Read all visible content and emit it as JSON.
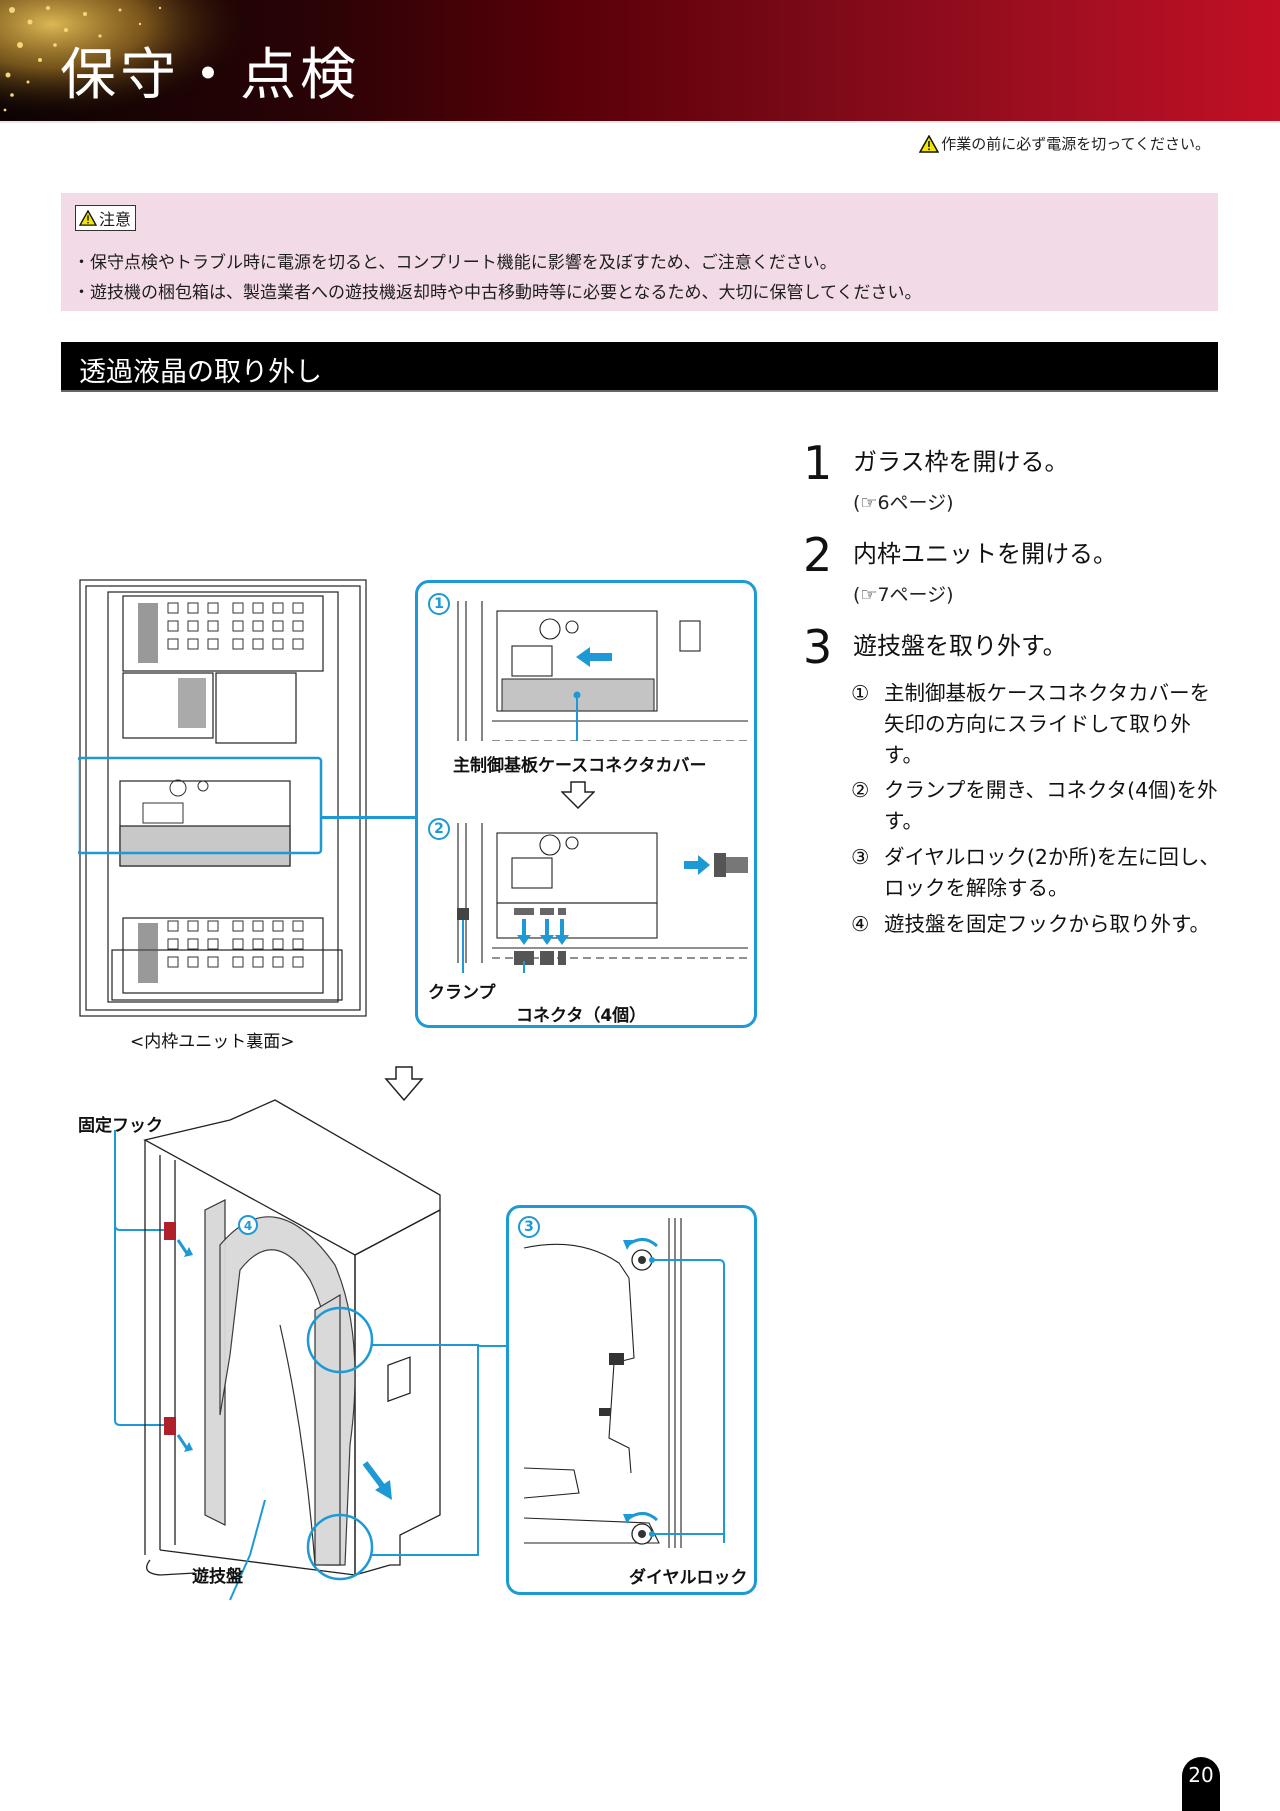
{
  "header": {
    "title": "保守・点検",
    "power_note": "作業の前に必ず電源を切ってください。"
  },
  "caution": {
    "badge_label": "注意",
    "lines": [
      "・保守点検やトラブル時に電源を切ると、コンプリート機能に影響を及ぼすため、ご注意ください。",
      "・遊技機の梱包箱は、製造業者への遊技機返却時や中古移動時等に必要となるため、大切に保管してください。"
    ]
  },
  "section": {
    "title": "透過液晶の取り外し"
  },
  "steps": [
    {
      "number": "1",
      "text": "ガラス枠を開ける。",
      "ref": "(☞6ページ)"
    },
    {
      "number": "2",
      "text": "内枠ユニットを開ける。",
      "ref": "(☞7ページ)"
    },
    {
      "number": "3",
      "text": "遊技盤を取り外す。"
    }
  ],
  "substeps": [
    {
      "marker": "①",
      "text": "主制御基板ケースコネクタカバーを矢印の方向にスライドして取り外す。"
    },
    {
      "marker": "②",
      "text": "クランプを開き、コネクタ(4個)を外す。"
    },
    {
      "marker": "③",
      "text": "ダイヤルロック(2か所)を左に回し、ロックを解除する。"
    },
    {
      "marker": "④",
      "text": "遊技盤を固定フックから取り外す。"
    }
  ],
  "diagrams": {
    "inner_frame_caption": "<内枠ユニット裏面>",
    "callout1_number": "1",
    "callout1_label": "主制御基板ケースコネクタカバー",
    "callout2_number": "2",
    "callout2_clamp_label": "クランプ",
    "callout2_connector_label": "コネクタ（4個）",
    "fixed_hook_label": "固定フック",
    "step4_number": "4",
    "board_label": "遊技盤",
    "callout3_number": "3",
    "dial_lock_label": "ダイヤルロック"
  },
  "colors": {
    "accent_blue": "#1d9ad6",
    "caution_bg": "#f2dbe6",
    "banner_red": "#c20f24",
    "hook_red": "#b0202a"
  },
  "page": {
    "number": "20"
  }
}
